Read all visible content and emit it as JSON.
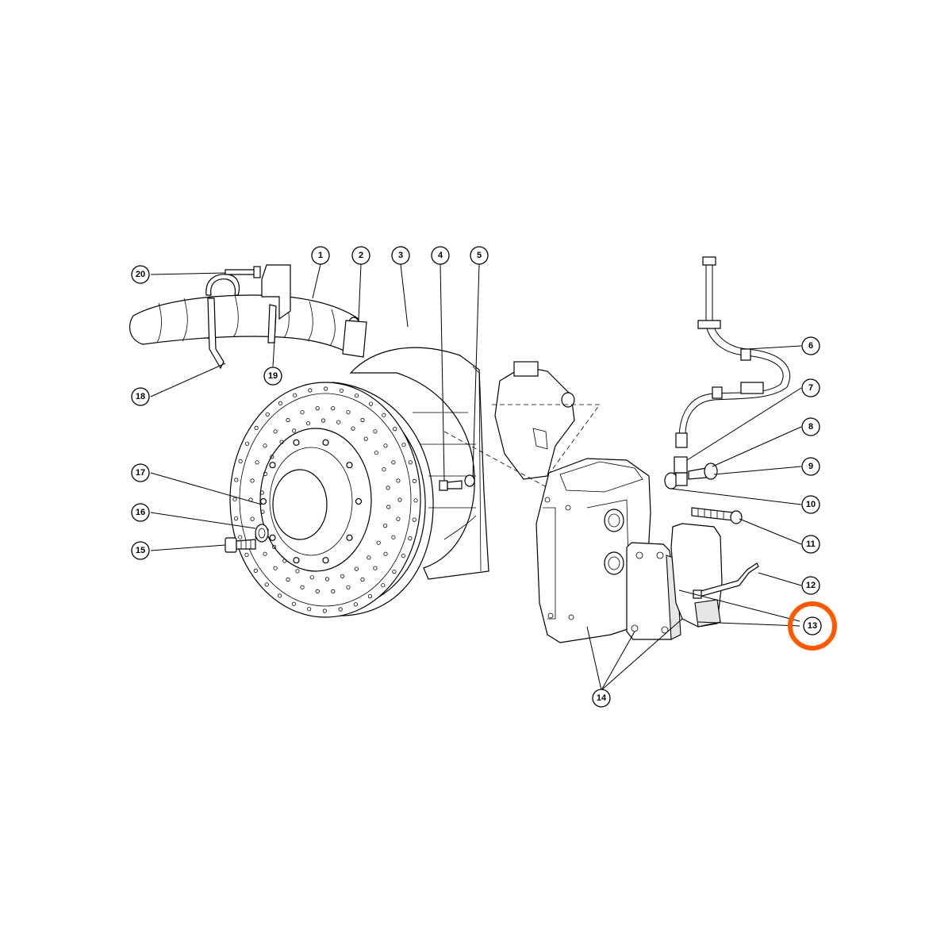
{
  "callouts": [
    {
      "label": "1"
    },
    {
      "label": "2"
    },
    {
      "label": "3"
    },
    {
      "label": "4"
    },
    {
      "label": "5"
    },
    {
      "label": "6"
    },
    {
      "label": "7"
    },
    {
      "label": "8"
    },
    {
      "label": "9"
    },
    {
      "label": "10"
    },
    {
      "label": "11"
    },
    {
      "label": "12"
    },
    {
      "label": "13"
    },
    {
      "label": "14"
    },
    {
      "label": "15"
    },
    {
      "label": "16"
    },
    {
      "label": "17"
    },
    {
      "label": "18"
    },
    {
      "label": "19"
    },
    {
      "label": "20"
    }
  ],
  "highlight": {
    "label": "13",
    "color": "#ff5a00"
  }
}
